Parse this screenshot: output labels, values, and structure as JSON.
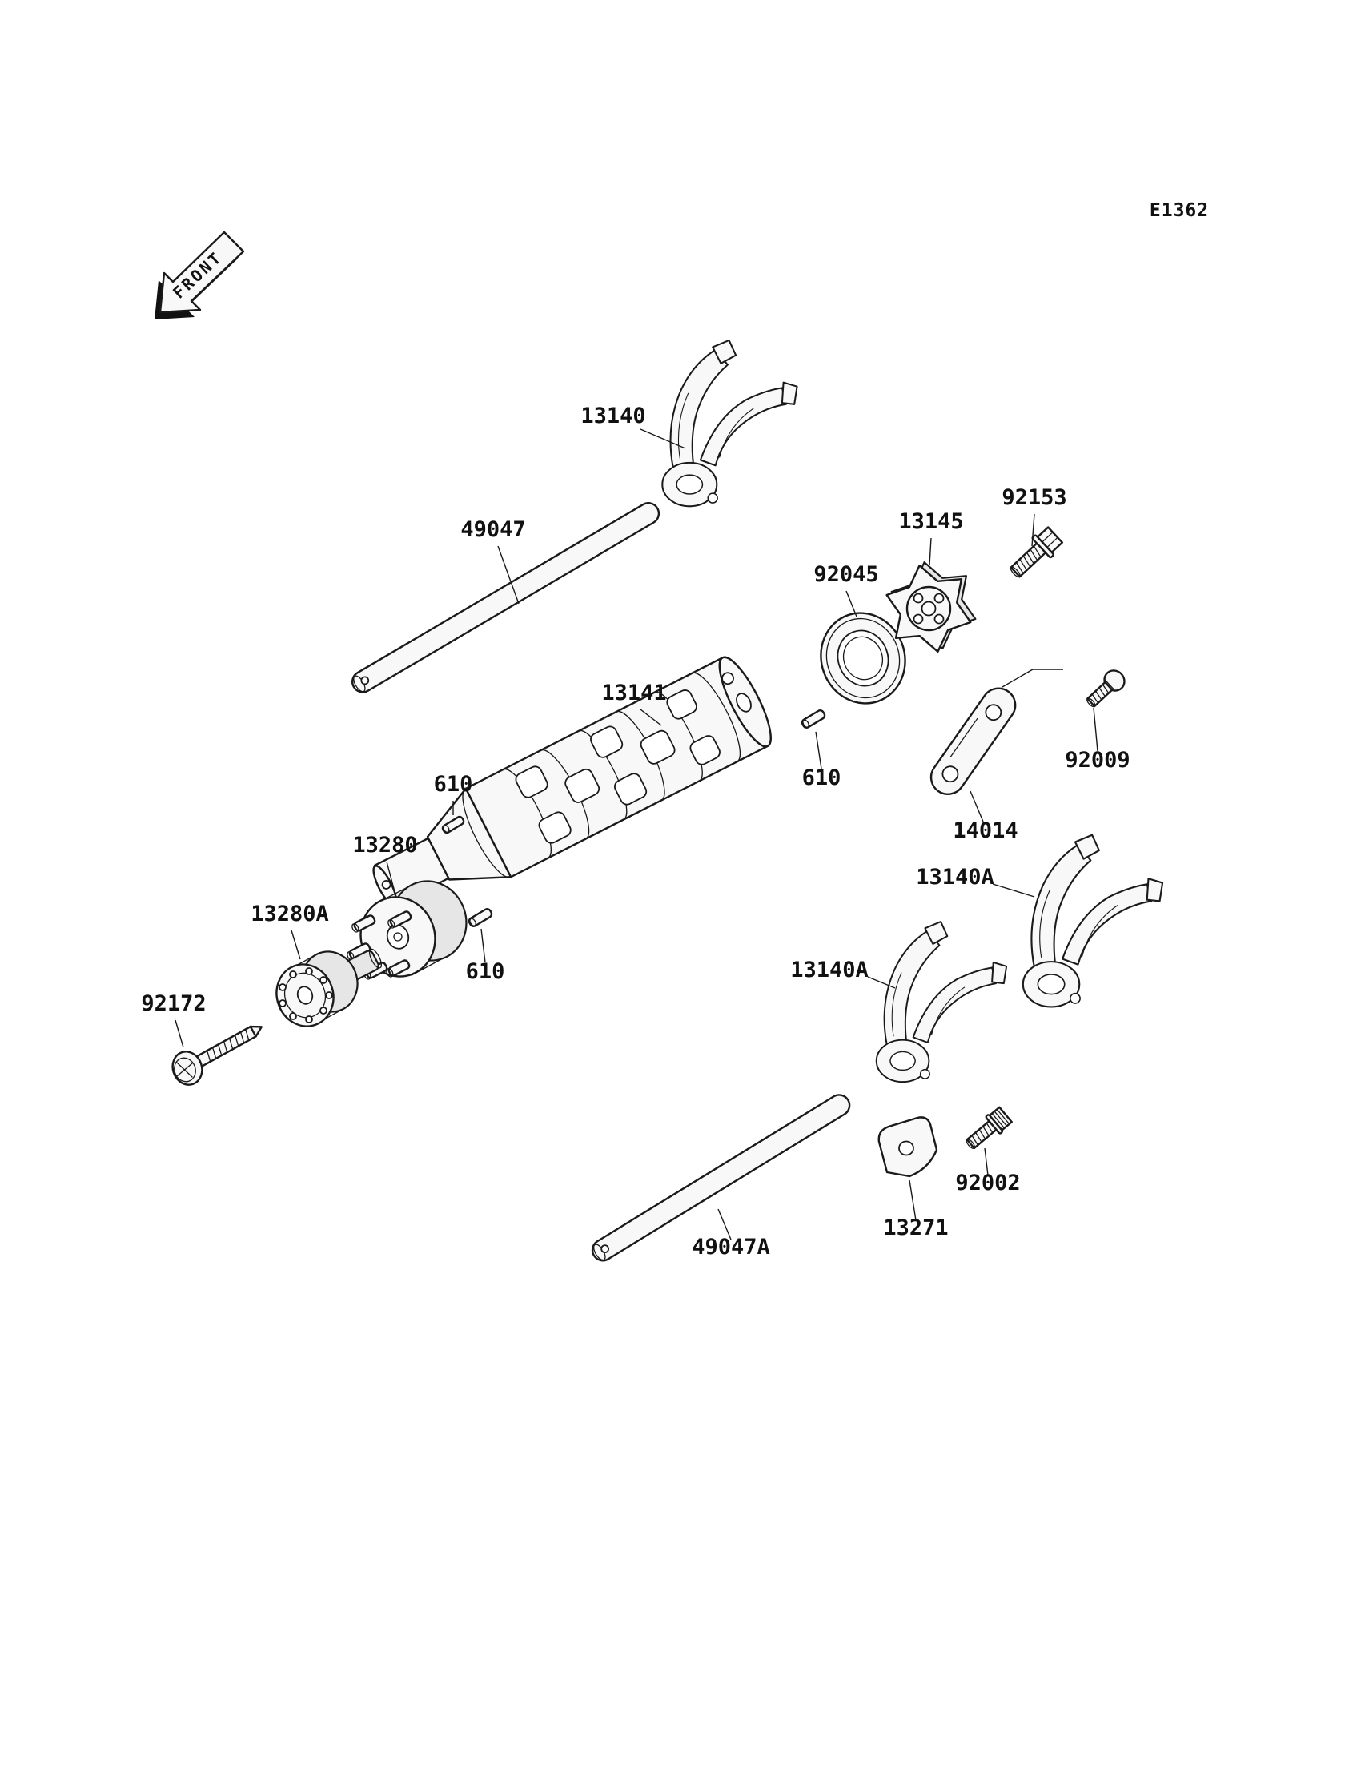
{
  "diagram": {
    "code": "E1362",
    "front_label": "FRONT",
    "type": "exploded-parts-diagram",
    "subject": "gear-change-drum-and-shift-forks"
  },
  "colors": {
    "ink": "#1a1a1a",
    "paper": "#ffffff",
    "part_fill": "#f8f8f8"
  },
  "parts": [
    {
      "ref": "13140",
      "label": "13140"
    },
    {
      "ref": "49047",
      "label": "49047"
    },
    {
      "ref": "92153",
      "label": "92153"
    },
    {
      "ref": "13145",
      "label": "13145"
    },
    {
      "ref": "92045",
      "label": "92045"
    },
    {
      "ref": "13141",
      "label": "13141"
    },
    {
      "ref": "610-right",
      "label": "610"
    },
    {
      "ref": "92009",
      "label": "92009"
    },
    {
      "ref": "14014",
      "label": "14014"
    },
    {
      "ref": "610-upper",
      "label": "610"
    },
    {
      "ref": "13280",
      "label": "13280"
    },
    {
      "ref": "13280A",
      "label": "13280A"
    },
    {
      "ref": "92172",
      "label": "92172"
    },
    {
      "ref": "610-lower",
      "label": "610"
    },
    {
      "ref": "13140A-right",
      "label": "13140A"
    },
    {
      "ref": "13140A-left",
      "label": "13140A"
    },
    {
      "ref": "92002",
      "label": "92002"
    },
    {
      "ref": "13271",
      "label": "13271"
    },
    {
      "ref": "49047A",
      "label": "49047A"
    }
  ]
}
